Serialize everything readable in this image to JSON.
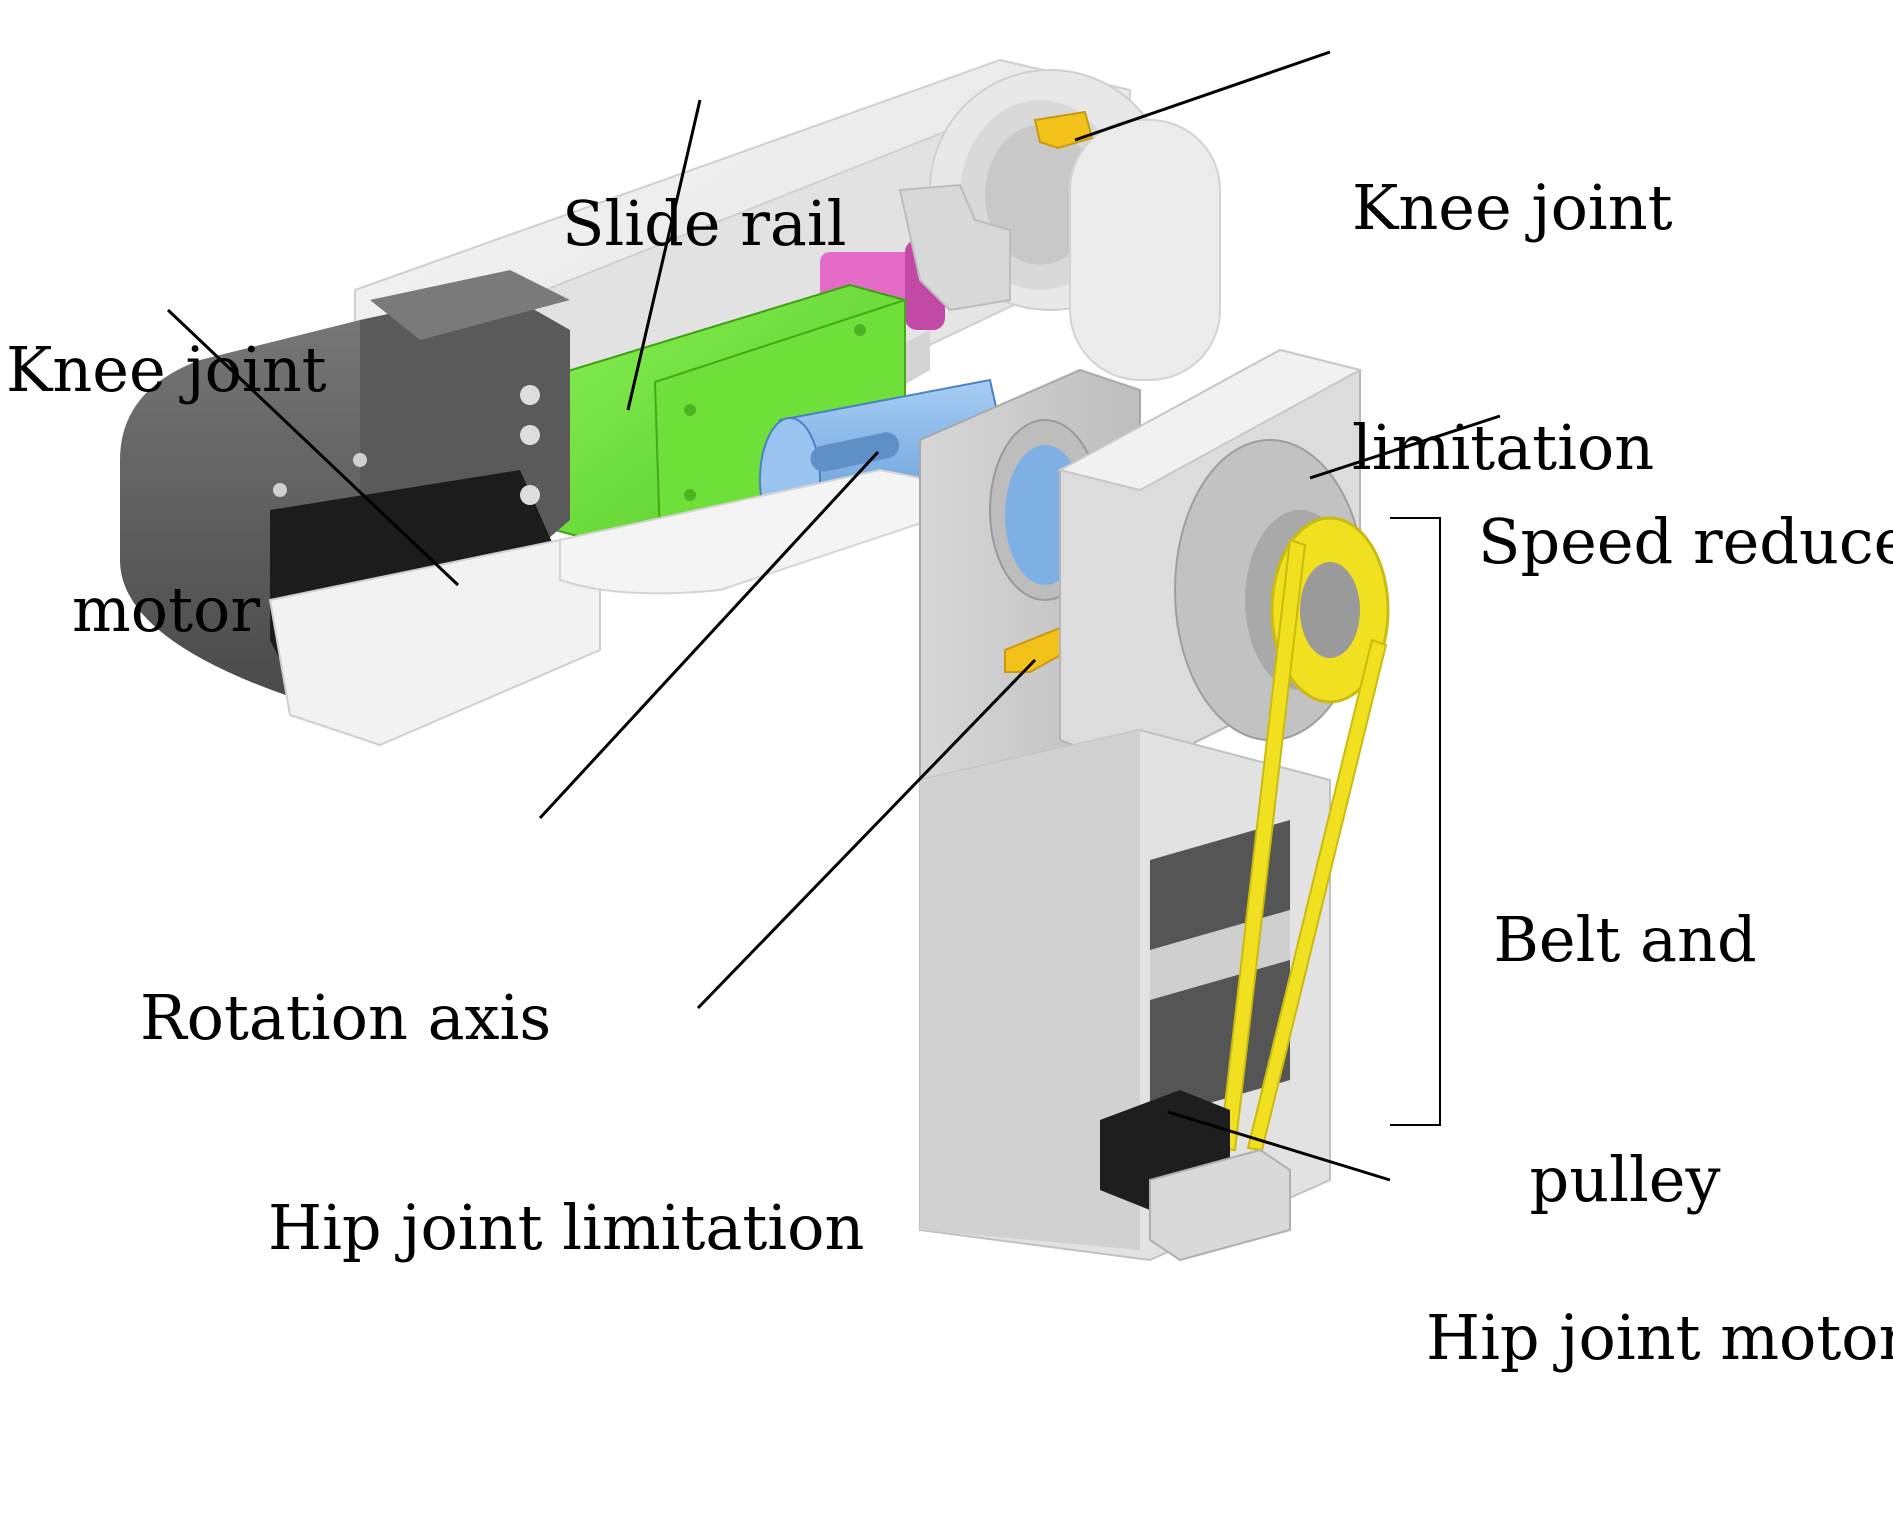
{
  "labels": {
    "slide_rail": "Slide rail",
    "knee_joint_limitation": [
      "Knee joint",
      "limitation"
    ],
    "knee_joint_motor": [
      "Knee joint",
      "motor"
    ],
    "speed_reducer": "Speed reducer",
    "belt_and_pulley": [
      "Belt and",
      "pulley"
    ],
    "rotation_axis": "Rotation axis",
    "hip_joint_limitation": "Hip joint limitation",
    "hip_joint_motor": "Hip joint motor"
  },
  "colors": {
    "slide_rail": "#6fe03a",
    "rotation_axis": "#7fb3ea",
    "limit_stop": "#f2c21b",
    "belt": "#f0e020",
    "magenta_block": "#e46bc8",
    "motor_dark": "#5e5e5e",
    "motor_black": "#1c1c1c",
    "frame_light": "#eeeeee",
    "frame_mid": "#c9c9c9"
  }
}
